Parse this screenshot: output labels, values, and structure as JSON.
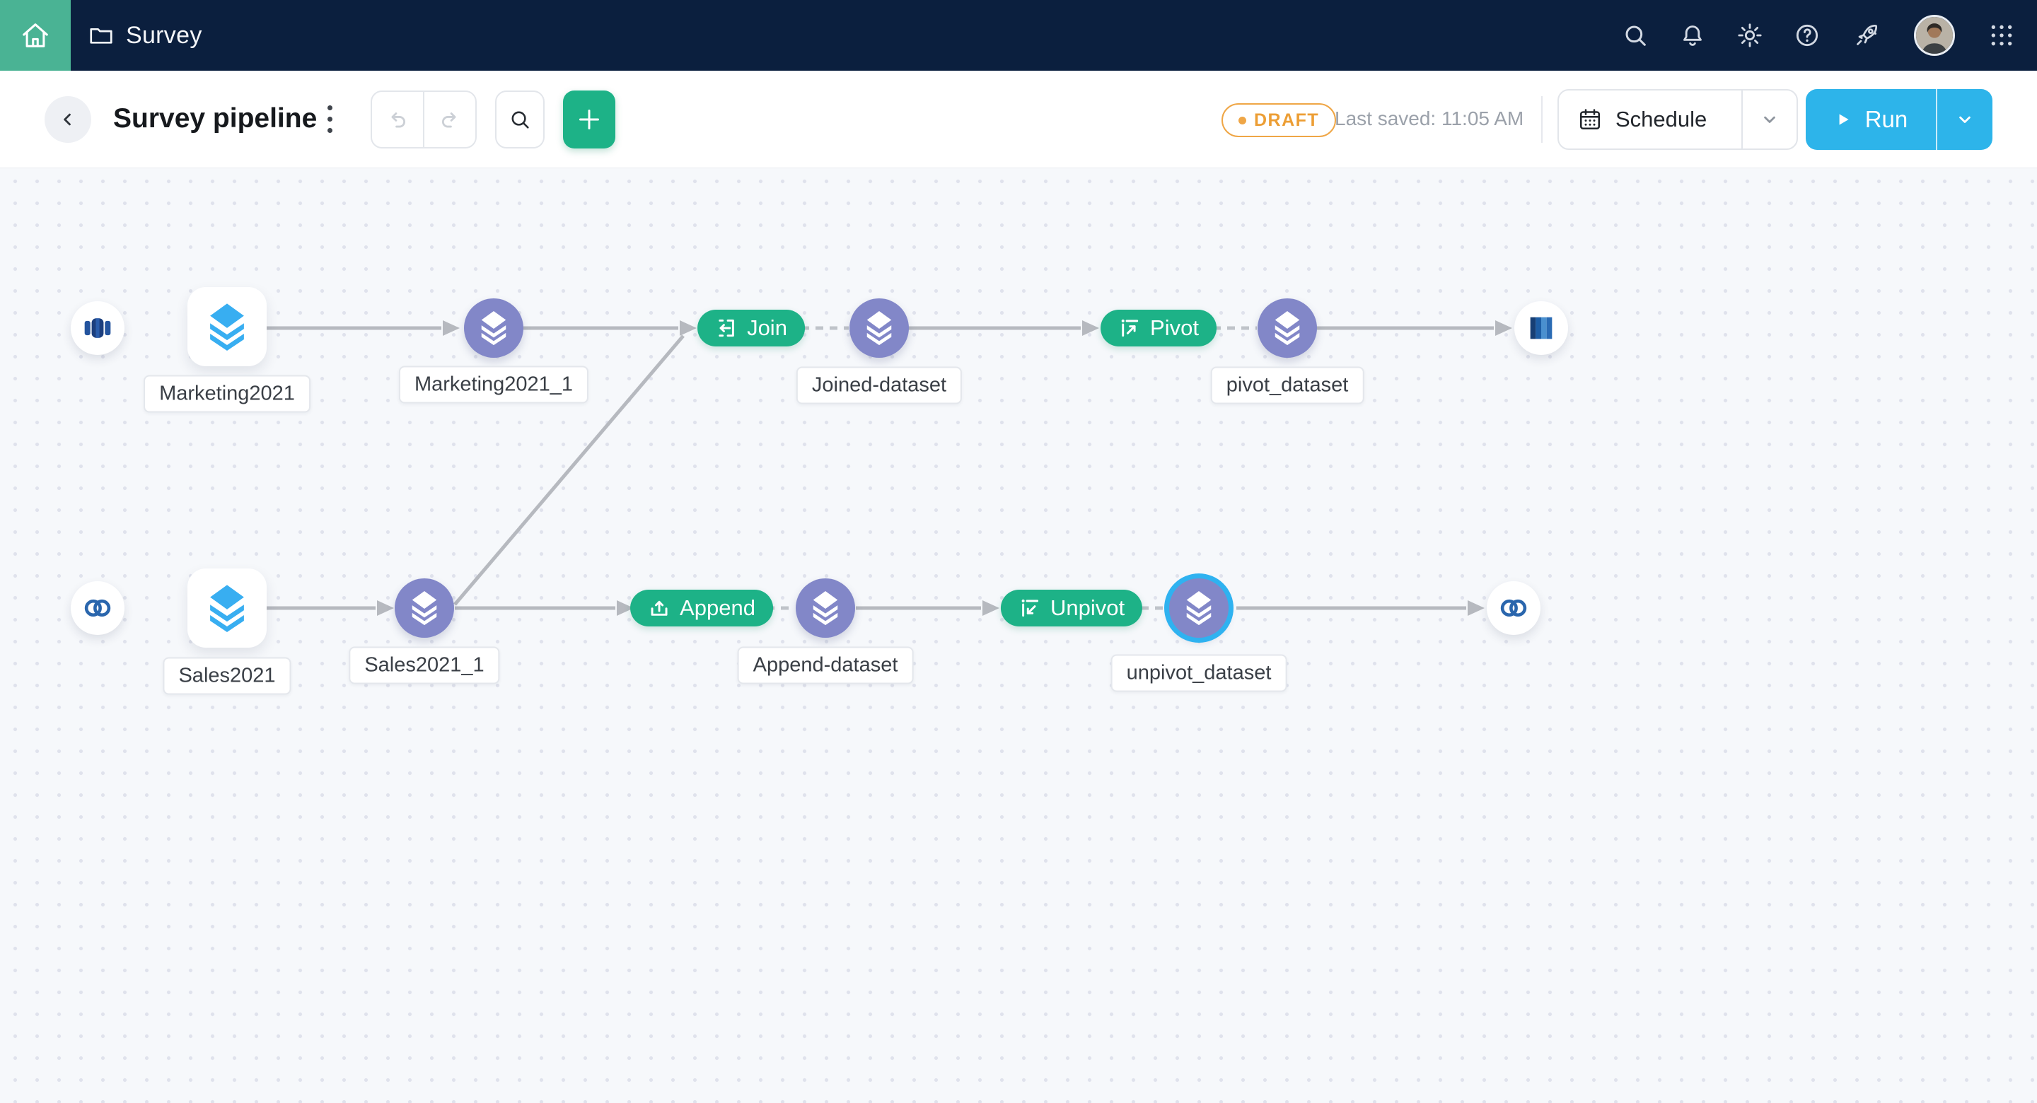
{
  "topbar": {
    "project": "Survey",
    "icons": [
      "home-icon",
      "folder-icon",
      "search-icon",
      "bell-icon",
      "gear-icon",
      "help-icon",
      "rocket-icon",
      "avatar",
      "apps-grid-icon"
    ]
  },
  "toolbar": {
    "title": "Survey pipeline",
    "status_badge": "DRAFT",
    "last_saved": "Last saved: 11:05 AM",
    "schedule_label": "Schedule",
    "run_label": "Run",
    "icons": [
      "back-icon",
      "kebab-icon",
      "undo-icon",
      "redo-icon",
      "search-icon",
      "plus-icon",
      "calendar-icon",
      "play-icon",
      "chevron-down-icon"
    ]
  },
  "pipeline": {
    "row1": {
      "source_icon": "table-source-icon",
      "input_label": "Marketing2021",
      "dataset1_label": "Marketing2021_1",
      "join_label": "Join",
      "joined_label": "Joined-dataset",
      "pivot_label": "Pivot",
      "pivot_dataset_label": "pivot_dataset",
      "sink_icon": "database-cylinder-icon"
    },
    "row2": {
      "source_icon": "crm-rings-icon",
      "input_label": "Sales2021",
      "dataset1_label": "Sales2021_1",
      "append_label": "Append",
      "append_dataset_label": "Append-dataset",
      "unpivot_label": "Unpivot",
      "unpivot_dataset_label": "unpivot_dataset",
      "selected_node": "unpivot_dataset",
      "sink_icon": "crm-rings-icon"
    }
  },
  "colors": {
    "topbar_bg": "#0b1f3e",
    "home_tile": "#4ab394",
    "accent_green": "#1db287",
    "run_blue": "#2db4ea",
    "node_purple": "#8287c8",
    "layers_blue": "#38aef1",
    "selection_blue": "#2fb2f0",
    "draft_orange": "#efa646",
    "edge_gray": "#b6b9bf"
  }
}
